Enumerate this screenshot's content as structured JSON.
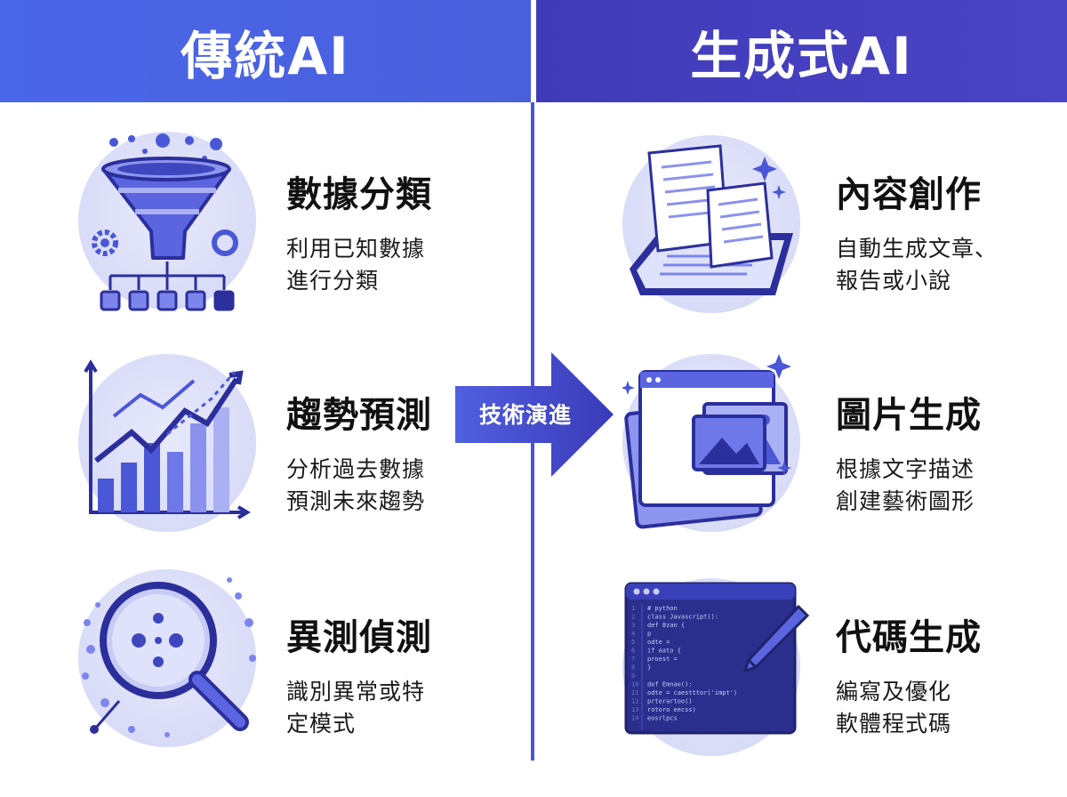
{
  "header": {
    "left_title": "傳統AI",
    "right_title": "生成式AI"
  },
  "center": {
    "arrow_label": "技術演進"
  },
  "traditional": [
    {
      "title": "數據分類",
      "line1": "利用已知數據",
      "line2": "進行分類",
      "icon": "funnel-icon"
    },
    {
      "title": "趨勢預測",
      "line1": "分析過去數據",
      "line2": "預測未來趨勢",
      "icon": "trend-chart-icon"
    },
    {
      "title": "異測偵測",
      "line1": "識別異常或特",
      "line2": "定模式",
      "icon": "magnifier-icon"
    }
  ],
  "generative": [
    {
      "title": "內容創作",
      "line1": "自動生成文章、",
      "line2": "報告或小說",
      "icon": "document-tablet-icon"
    },
    {
      "title": "圖片生成",
      "line1": "根據文字描述",
      "line2": "創建藝術圖形",
      "icon": "image-gallery-icon"
    },
    {
      "title": "代碼生成",
      "line1": "編寫及優化",
      "line2": "軟體程式碼",
      "icon": "code-editor-icon"
    }
  ],
  "code_snippet": [
    "# python",
    "class Javascript():",
    "  def 8zan {",
    "    p",
    "    odte =",
    "    if eato {",
    "      proest =",
    "  }",
    "",
    "def Emnae():",
    "  odte = caestttor('impt')",
    "  prterartoo()",
    "  rotoro eecss)",
    "  eosrlpcs"
  ],
  "colors": {
    "primary": "#4a5fdc",
    "deep": "#3f3bb8",
    "light": "#d9dcf7"
  }
}
